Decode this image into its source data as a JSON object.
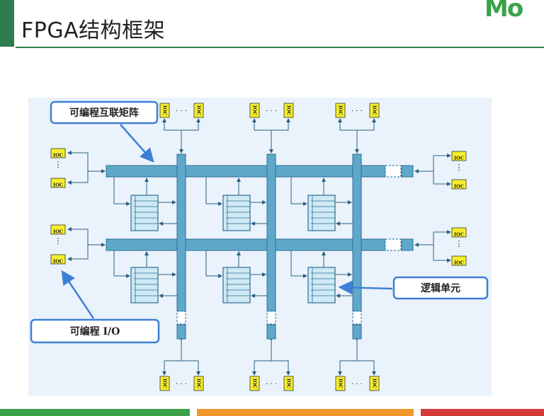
{
  "slide": {
    "title": "FPGA结构框架",
    "logo_text": "Mo"
  },
  "diagram": {
    "callouts": {
      "interconnect": "可编程互联矩阵",
      "logic_cell": "逻辑单元",
      "io": "可编程 I/O"
    },
    "ioc_label": "IOC",
    "ellipsis_h": "· · ·",
    "ellipsis_v": "⋮",
    "colors": {
      "bus_fill": "#5fa8cc",
      "bus_stroke": "#2b6e93",
      "ioc_fill": "#f6ef2a",
      "callout_border": "#3e7fd6",
      "arrow": "#2b5f82",
      "background": "#eaf3fb"
    }
  }
}
